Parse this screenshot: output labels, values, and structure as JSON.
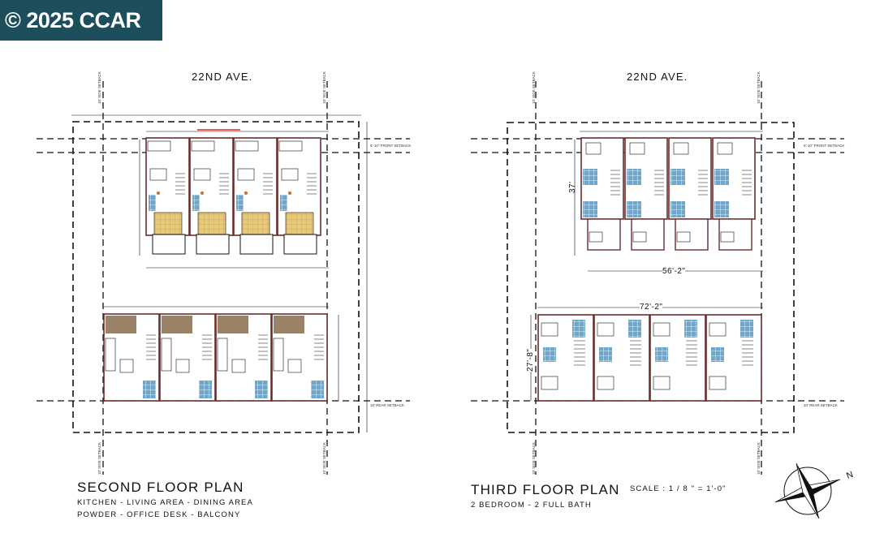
{
  "watermark": "© 2025 CCAR",
  "street_left": "22ND AVE.",
  "street_right": "22ND AVE.",
  "second_floor": {
    "title": "SECOND FLOOR PLAN",
    "line1": "KITCHEN - LIVING AREA - DINING AREA",
    "line2": "POWDER - OFFICE DESK - BALCONY"
  },
  "third_floor": {
    "title": "THIRD FLOOR PLAN",
    "scale": "SCALE : 1 / 8 \" = 1'-0\"",
    "line1": "2 BEDROOM - 2 FULL BATH",
    "dim_height_top": "37'",
    "dim_width_top": "56'-2\"",
    "dim_width_bottom": "72'-2\"",
    "dim_height_bottom": "27'-8\""
  },
  "setbacks": {
    "side": "10' SIDE SETBACK",
    "front": "5'-10\" FRONT SETBACK",
    "rear": "10' REAR SETBACK"
  },
  "north_letter": "N",
  "colors": {
    "badge": "#1d4e5c",
    "room_fill": "#e8c97a",
    "balcony": "#9a8266",
    "bath_tile": "#6fa6c9",
    "wall": "#6b2d2d"
  }
}
